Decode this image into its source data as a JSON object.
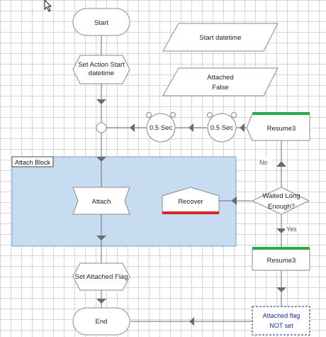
{
  "diagram": {
    "block": {
      "title": "Attach Block"
    },
    "stages": {
      "start": "Start",
      "set_action_start": [
        "Set Action Start",
        "datetime"
      ],
      "start_datetime": "Start datetime",
      "attached_false": [
        "Attached",
        "False"
      ],
      "wait_left": "0.5 Sec",
      "wait_right": "0.5 Sec",
      "resume_top": "Resume3",
      "attach": "Attach",
      "recover": "Recover",
      "waited_long": [
        "Waited Long",
        "Enough?"
      ],
      "resume_bottom": "Resume3",
      "set_attached_flag": "Set Attached Flag",
      "end": "End",
      "note": [
        "Attached flag",
        "NOT set"
      ]
    },
    "labels": {
      "no": "No",
      "yes": "Yes"
    },
    "colors": {
      "block_fill": "#c7dcf1",
      "block_stroke": "#7f9fc0",
      "resume_bar": "#2aa84a",
      "recover_bar": "#d02828",
      "note_border": "#1f2a8c"
    }
  }
}
